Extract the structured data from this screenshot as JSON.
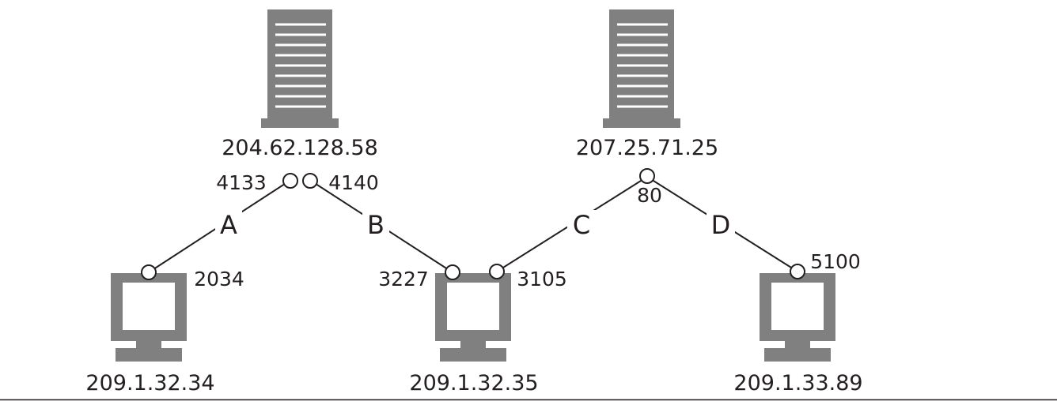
{
  "servers": [
    {
      "ip": "204.62.128.58",
      "icon": "server-icon"
    },
    {
      "ip": "207.25.71.25",
      "icon": "server-icon"
    }
  ],
  "clients": [
    {
      "ip": "209.1.32.34",
      "icon": "computer-icon"
    },
    {
      "ip": "209.1.32.35",
      "icon": "computer-icon"
    },
    {
      "ip": "209.1.33.89",
      "icon": "computer-icon"
    }
  ],
  "ports": {
    "server1_a": "4133",
    "server1_b": "4140",
    "server2": "80",
    "client1": "2034",
    "client2_b": "3227",
    "client2_c": "3105",
    "client3": "5100"
  },
  "connections": [
    "A",
    "B",
    "C",
    "D"
  ],
  "colors": {
    "device": "#808080",
    "line": "#231f20",
    "text": "#231f20"
  }
}
